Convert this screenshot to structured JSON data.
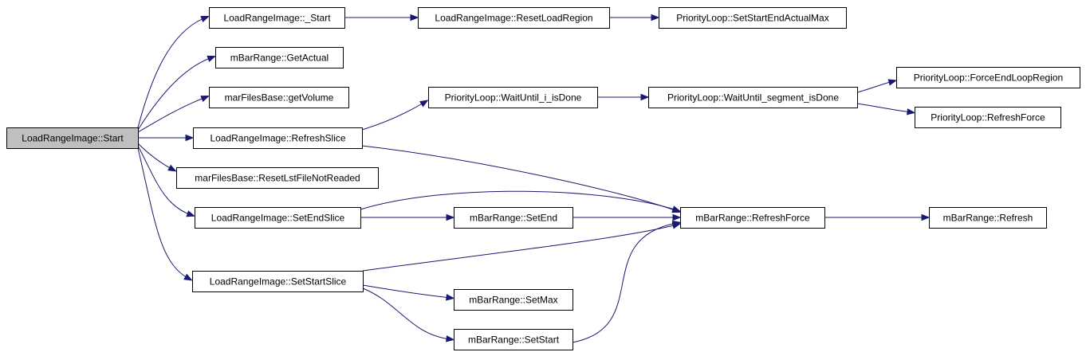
{
  "graph": {
    "nodes": [
      {
        "id": "root",
        "label": "LoadRangeImage::Start",
        "highlight": true
      },
      {
        "id": "lri_start_",
        "label": "LoadRangeImage::_Start"
      },
      {
        "id": "lri_resetload",
        "label": "LoadRangeImage::ResetLoadRegion"
      },
      {
        "id": "pl_setstartend",
        "label": "PriorityLoop::SetStartEndActualMax"
      },
      {
        "id": "mbr_getactual",
        "label": "mBarRange::GetActual"
      },
      {
        "id": "mfb_getvolume",
        "label": "marFilesBase::getVolume"
      },
      {
        "id": "lri_refreshslice",
        "label": "LoadRangeImage::RefreshSlice"
      },
      {
        "id": "pl_waiti",
        "label": "PriorityLoop::WaitUntil_i_isDone"
      },
      {
        "id": "pl_waitseg",
        "label": "PriorityLoop::WaitUntil_segment_isDone"
      },
      {
        "id": "pl_forceend",
        "label": "PriorityLoop::ForceEndLoopRegion"
      },
      {
        "id": "pl_refreshforce",
        "label": "PriorityLoop::RefreshForce"
      },
      {
        "id": "mfb_resetlst",
        "label": "marFilesBase::ResetLstFileNotReaded"
      },
      {
        "id": "lri_setend",
        "label": "LoadRangeImage::SetEndSlice"
      },
      {
        "id": "mbr_setend",
        "label": "mBarRange::SetEnd"
      },
      {
        "id": "mbr_refreshforce",
        "label": "mBarRange::RefreshForce"
      },
      {
        "id": "mbr_refresh",
        "label": "mBarRange::Refresh"
      },
      {
        "id": "lri_setstart",
        "label": "LoadRangeImage::SetStartSlice"
      },
      {
        "id": "mbr_setmax",
        "label": "mBarRange::SetMax"
      },
      {
        "id": "mbr_setstart",
        "label": "mBarRange::SetStart"
      }
    ],
    "edges": [
      {
        "from": "root",
        "to": "lri_start_"
      },
      {
        "from": "root",
        "to": "mbr_getactual"
      },
      {
        "from": "root",
        "to": "mfb_getvolume"
      },
      {
        "from": "root",
        "to": "lri_refreshslice"
      },
      {
        "from": "root",
        "to": "mfb_resetlst"
      },
      {
        "from": "root",
        "to": "lri_setend"
      },
      {
        "from": "root",
        "to": "lri_setstart"
      },
      {
        "from": "lri_start_",
        "to": "lri_resetload"
      },
      {
        "from": "lri_resetload",
        "to": "pl_setstartend"
      },
      {
        "from": "lri_refreshslice",
        "to": "pl_waiti"
      },
      {
        "from": "lri_refreshslice",
        "to": "mbr_refreshforce"
      },
      {
        "from": "pl_waiti",
        "to": "pl_waitseg"
      },
      {
        "from": "pl_waitseg",
        "to": "pl_forceend"
      },
      {
        "from": "pl_waitseg",
        "to": "pl_refreshforce"
      },
      {
        "from": "lri_setend",
        "to": "mbr_refreshforce"
      },
      {
        "from": "lri_setend",
        "to": "mbr_setend"
      },
      {
        "from": "mbr_setend",
        "to": "mbr_refreshforce"
      },
      {
        "from": "mbr_refreshforce",
        "to": "mbr_refresh"
      },
      {
        "from": "lri_setstart",
        "to": "mbr_refreshforce"
      },
      {
        "from": "lri_setstart",
        "to": "mbr_setmax"
      },
      {
        "from": "lri_setstart",
        "to": "mbr_setstart"
      },
      {
        "from": "mbr_setstart",
        "to": "mbr_refreshforce"
      }
    ]
  }
}
